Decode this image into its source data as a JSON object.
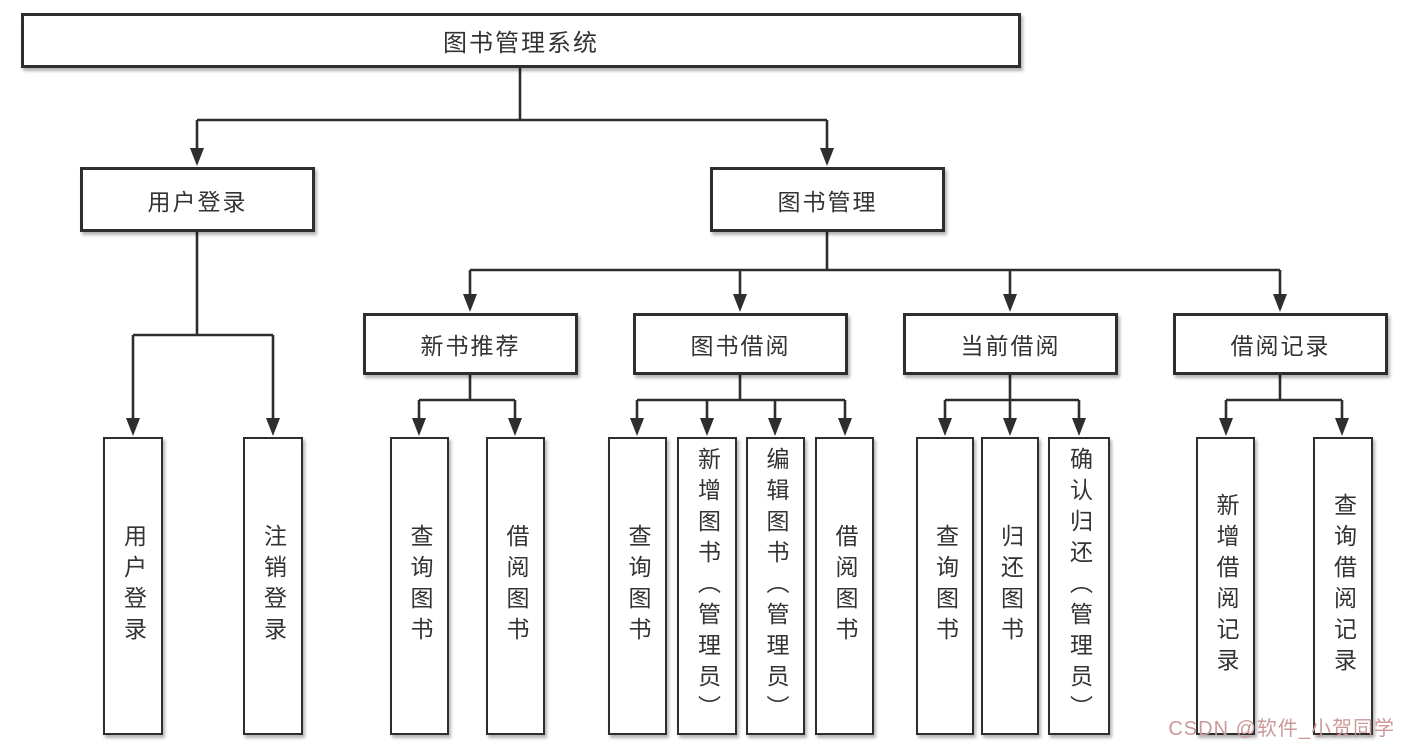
{
  "diagram": {
    "type": "hierarchy-tree",
    "tree": {
      "root": {
        "label": "图书管理系统"
      },
      "branches": [
        {
          "label": "用户登录",
          "children": [
            {
              "label": "用户登录"
            },
            {
              "label": "注销登录"
            }
          ]
        },
        {
          "label": "图书管理",
          "children": [
            {
              "label": "新书推荐",
              "children": [
                {
                  "label": "查询图书"
                },
                {
                  "label": "借阅图书"
                }
              ]
            },
            {
              "label": "图书借阅",
              "children": [
                {
                  "label": "查询图书"
                },
                {
                  "label": "新增图书（管理员）"
                },
                {
                  "label": "编辑图书（管理员）"
                },
                {
                  "label": "借阅图书"
                }
              ]
            },
            {
              "label": "当前借阅",
              "children": [
                {
                  "label": "查询图书"
                },
                {
                  "label": "归还图书"
                },
                {
                  "label": "确认归还（管理员）"
                }
              ]
            },
            {
              "label": "借阅记录",
              "children": [
                {
                  "label": "新增借阅记录"
                },
                {
                  "label": "查询借阅记录"
                }
              ]
            }
          ]
        }
      ]
    }
  },
  "watermark": {
    "text": "CSDN @软件_小贺同学"
  },
  "colors": {
    "line": "#2e2e2e",
    "box_border": "#2e2e2e",
    "text": "#333333",
    "background": "#ffffff",
    "watermark": "#cc9999"
  }
}
